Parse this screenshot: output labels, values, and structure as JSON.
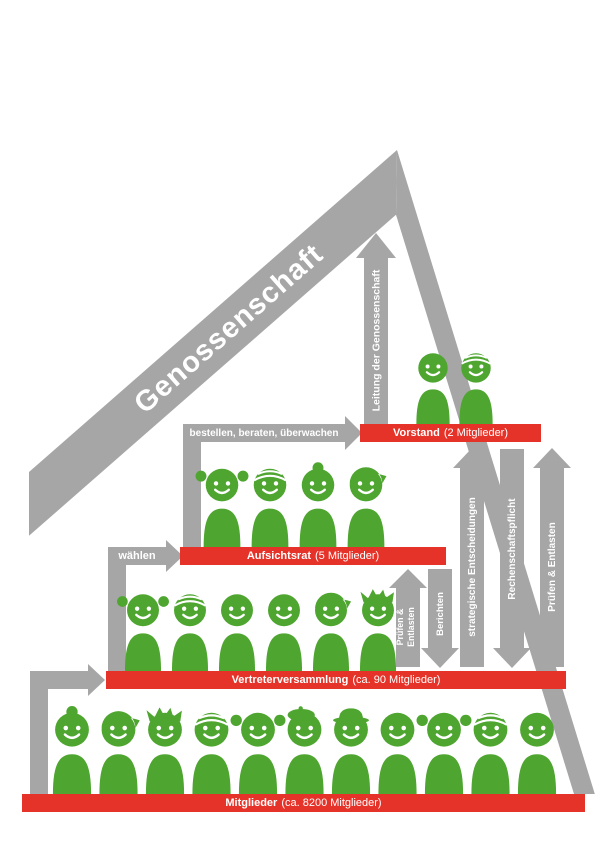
{
  "title": "Genossenschaft",
  "colors": {
    "green": "#4ea52f",
    "red": "#e63329",
    "gray": "#a6a6a6"
  },
  "bars": [
    {
      "id": "vorstand",
      "label": "Vorstand",
      "sublabel": "(2 Mitglieder)"
    },
    {
      "id": "aufsichtsrat",
      "label": "Aufsichtsrat",
      "sublabel": "(5 Mitglieder)"
    },
    {
      "id": "vertreterversammlung",
      "label": "Vertreterversammlung",
      "sublabel": "(ca. 90 Mitglieder)"
    },
    {
      "id": "mitglieder",
      "label": "Mitglieder",
      "sublabel": "(ca. 8200 Mitglieder)"
    }
  ],
  "arrows": {
    "leitung": "Leitung der Genossenschaft",
    "bestellen": "bestellen, beraten, überwachen",
    "waehlen": "wählen",
    "pruefen_klein": "Prüfen &\nEntlasten",
    "berichten": "Berichten",
    "strategisch": "strategische Entscheidungen",
    "rechenschaft": "Rechenschaftspflicht",
    "pruefen_gross": "Prüfen & Entlasten"
  },
  "figures": {
    "vorstand": [
      "plain",
      "beanie"
    ],
    "aufsichtsrat": [
      "pigtails",
      "beanie",
      "bun",
      "swoosh"
    ],
    "vertreterversammlung": [
      "pigtails",
      "beanie",
      "plain",
      "plain",
      "swoosh",
      "spiky"
    ],
    "mitglieder": [
      "bun",
      "swoosh",
      "spiky",
      "beanie",
      "pigtails",
      "beret",
      "hat",
      "plain",
      "pigtails",
      "beanie",
      "plain"
    ]
  }
}
